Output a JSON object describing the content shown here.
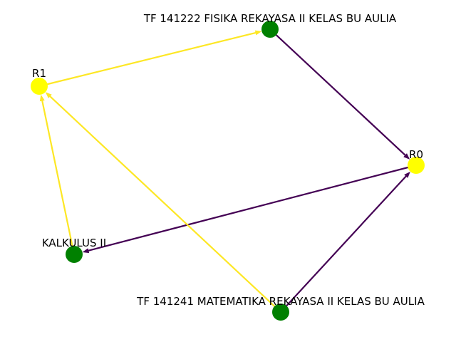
{
  "diagram": {
    "nodes": [
      {
        "id": "n_fisika",
        "label": "TF 141222 FISIKA REKAYASA II KELAS BU AULIA",
        "color": "#008000"
      },
      {
        "id": "n_r1",
        "label": "R1",
        "color": "#ffff00"
      },
      {
        "id": "n_r0",
        "label": "R0",
        "color": "#ffff00"
      },
      {
        "id": "n_kalkulus",
        "label": "KALKULUS II",
        "color": "#008000"
      },
      {
        "id": "n_matematika",
        "label": "TF 141241 MATEMATIKA REKAYASA II KELAS BU AULIA",
        "color": "#008000"
      }
    ],
    "edges": [
      {
        "from": "n_r1",
        "to": "n_fisika",
        "color": "#fde725"
      },
      {
        "from": "n_fisika",
        "to": "n_r0",
        "color": "#440154"
      },
      {
        "from": "n_r0",
        "to": "n_kalkulus",
        "color": "#440154"
      },
      {
        "from": "n_kalkulus",
        "to": "n_r1",
        "color": "#fde725"
      },
      {
        "from": "n_matematika",
        "to": "n_r1",
        "color": "#fde725"
      },
      {
        "from": "n_matematika",
        "to": "n_r0",
        "color": "#440154"
      }
    ]
  }
}
